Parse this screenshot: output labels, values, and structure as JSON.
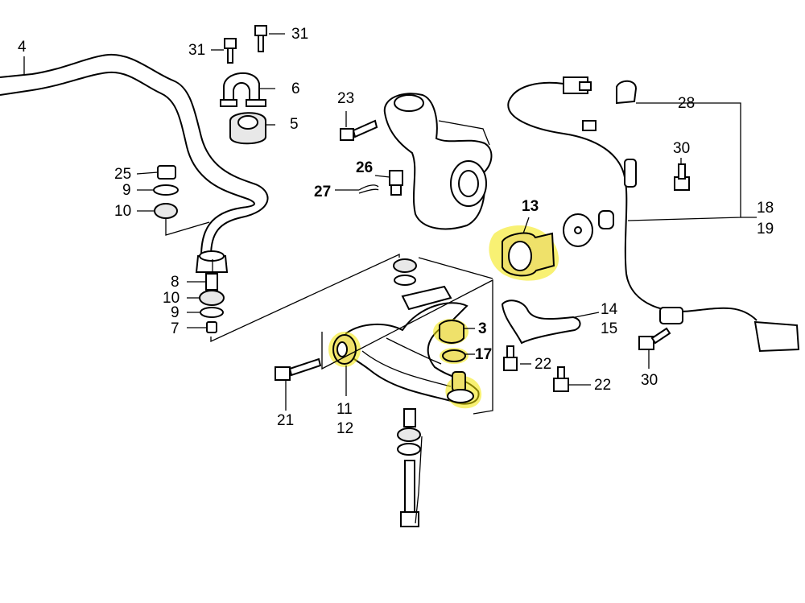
{
  "highlight_color": "#f2e600",
  "labels": {
    "l4": "4",
    "l31a": "31",
    "l31b": "31",
    "l6": "6",
    "l5": "5",
    "l23": "23",
    "l28": "28",
    "l30a": "30",
    "l26": "26",
    "l27": "27",
    "l25": "25",
    "l9a": "9",
    "l10a": "10",
    "l13": "13",
    "l18": "18",
    "l19": "19",
    "l8": "8",
    "l10b": "10",
    "l9b": "9",
    "l7": "7",
    "l3": "3",
    "l14": "14",
    "l15": "15",
    "l17": "17",
    "l22a": "22",
    "l22b": "22",
    "l21": "21",
    "l11": "11",
    "l12": "12",
    "l30b": "30"
  }
}
